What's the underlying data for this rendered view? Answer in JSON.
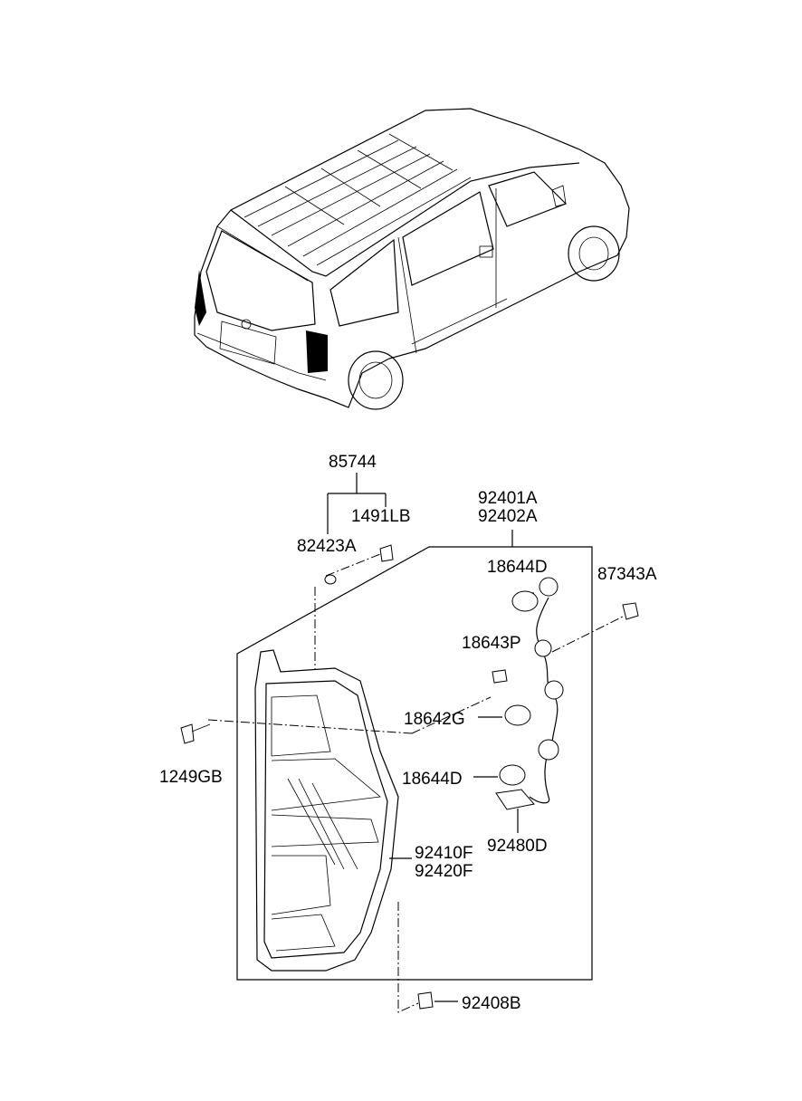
{
  "diagram": {
    "labels": {
      "p85744": "85744",
      "p1491LB": "1491LB",
      "p82423A": "82423A",
      "p92401A": "92401A",
      "p92402A": "92402A",
      "p18644D_top": "18644D",
      "p87343A": "87343A",
      "p18643P": "18643P",
      "p18642G": "18642G",
      "p1249GB": "1249GB",
      "p18644D_bottom": "18644D",
      "p92480D": "92480D",
      "p92410F": "92410F",
      "p92420F": "92420F",
      "p92408B": "92408B"
    },
    "icons": {
      "vehicle": "minivan-rear-view-illustration",
      "lamp": "rear-combination-lamp-assembly",
      "harness": "wiring-harness-with-sockets",
      "bulb": "bulb-icon",
      "screw": "screw-icon",
      "clip": "clip-icon"
    }
  }
}
